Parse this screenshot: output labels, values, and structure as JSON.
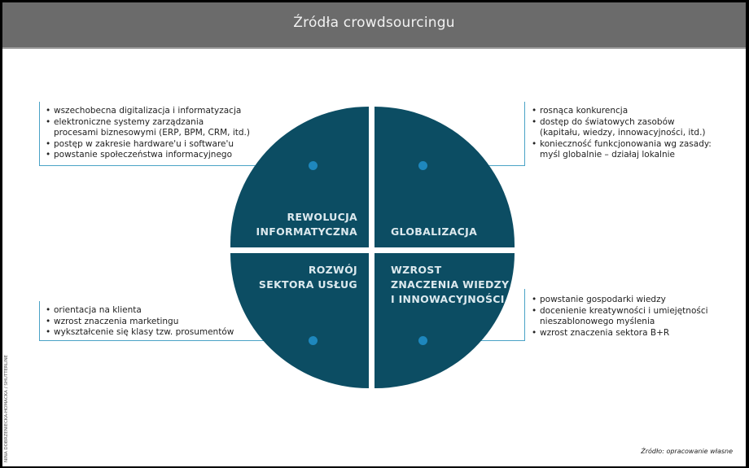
{
  "header": {
    "title": "Źródła crowdsourcingu"
  },
  "quadrants": {
    "top_left": {
      "line1": "REWOLUCJA",
      "line2": "INFORMATYCZNA"
    },
    "top_right": {
      "line1": "GLOBALIZACJA"
    },
    "bottom_left": {
      "line1": "ROZWÓJ",
      "line2": "SEKTORA USŁUG"
    },
    "bottom_right": {
      "line1": "WZROST",
      "line2": "ZNACZENIA WIEDZY",
      "line3": "I INNOWACYJNOŚCI"
    }
  },
  "boxes": {
    "top_left": [
      "wszechobecna digitalizacja i informatyzacja",
      "elektroniczne systemy zarządzania",
      "procesami biznesowymi (ERP, BPM, CRM, itd.)",
      "postęp w zakresie hardware'u i software'u",
      "powstanie społeczeństwa informacyjnego"
    ],
    "top_right": [
      "rosnąca konkurencja",
      "dostęp do światowych zasobów",
      "(kapitału, wiedzy, innowacyjności, itd.)",
      "konieczność funkcjonowania wg zasady:",
      "myśl globalnie – działaj lokalnie"
    ],
    "bottom_left": [
      "orientacja na klienta",
      "wzrost znaczenia marketingu",
      "wykształcenie się klasy tzw. prosumentów"
    ],
    "bottom_right": [
      "powstanie gospodarki wiedzy",
      "docenienie kreatywności i umiejętności",
      "nieszablonowego myślenia",
      "wzrost znaczenia sektora B+R"
    ]
  },
  "credit": "NINA DOBRZENIECKA-HOMACKA / SHUTTERLINE",
  "source": "Źródło: opracowanie własne",
  "colors": {
    "header": "#6b6b6b",
    "circle": "#0c4d63",
    "dot": "#1e87bd",
    "line": "#4aa3c6"
  }
}
